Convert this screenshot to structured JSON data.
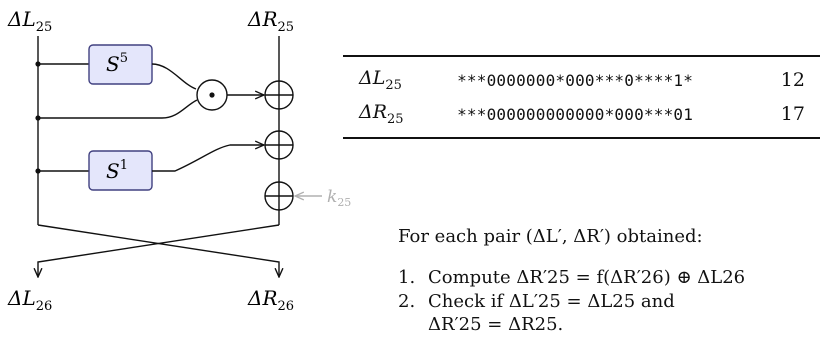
{
  "diagram": {
    "top_left_label": "ΔL25",
    "top_right_label": "ΔR25",
    "bottom_left_label": "ΔL26",
    "bottom_right_label": "ΔR26",
    "s_box_top": "S5",
    "s_box_bottom": "S1",
    "key_label": "k25",
    "and_symbol": "⊙",
    "xor_symbol": "⊕"
  },
  "table": {
    "rows": [
      {
        "var": "ΔL",
        "sub": "25",
        "bits": "***0000000*000***0****1*",
        "count": "12"
      },
      {
        "var": "ΔR",
        "sub": "25",
        "bits": "***000000000000*000***01",
        "count": "17"
      }
    ]
  },
  "text": {
    "intro": "For each pair (ΔL′, ΔR′) obtained:",
    "steps": [
      {
        "num": "1.",
        "line1": "Compute ΔR′25 = f(ΔR′26) ⊕ ΔL26"
      },
      {
        "num": "2.",
        "line1": "Check if ΔL′25 = ΔL25 and",
        "line2": "ΔR′25 = ΔR25."
      }
    ]
  },
  "colors": {
    "sbox_fill": "#e4e6fb",
    "sbox_stroke": "#404080",
    "key_gray": "#b0b0b0",
    "line": "#111111"
  }
}
